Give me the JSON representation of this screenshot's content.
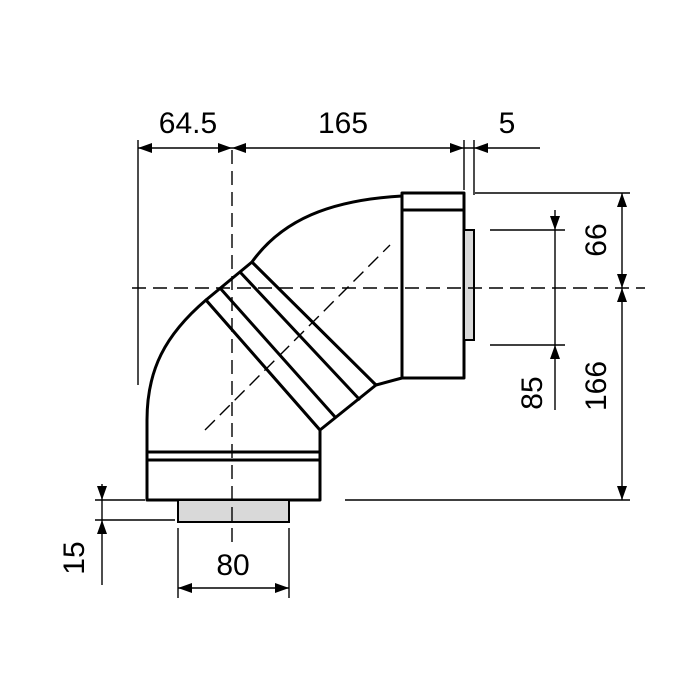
{
  "diagram": {
    "dimensions": {
      "top_left": "64.5",
      "top_middle": "165",
      "top_right": "5",
      "right_upper": "66",
      "right_inner": "85",
      "right_lower": "166",
      "bottom_width": "80",
      "bottom_left": "15"
    }
  }
}
